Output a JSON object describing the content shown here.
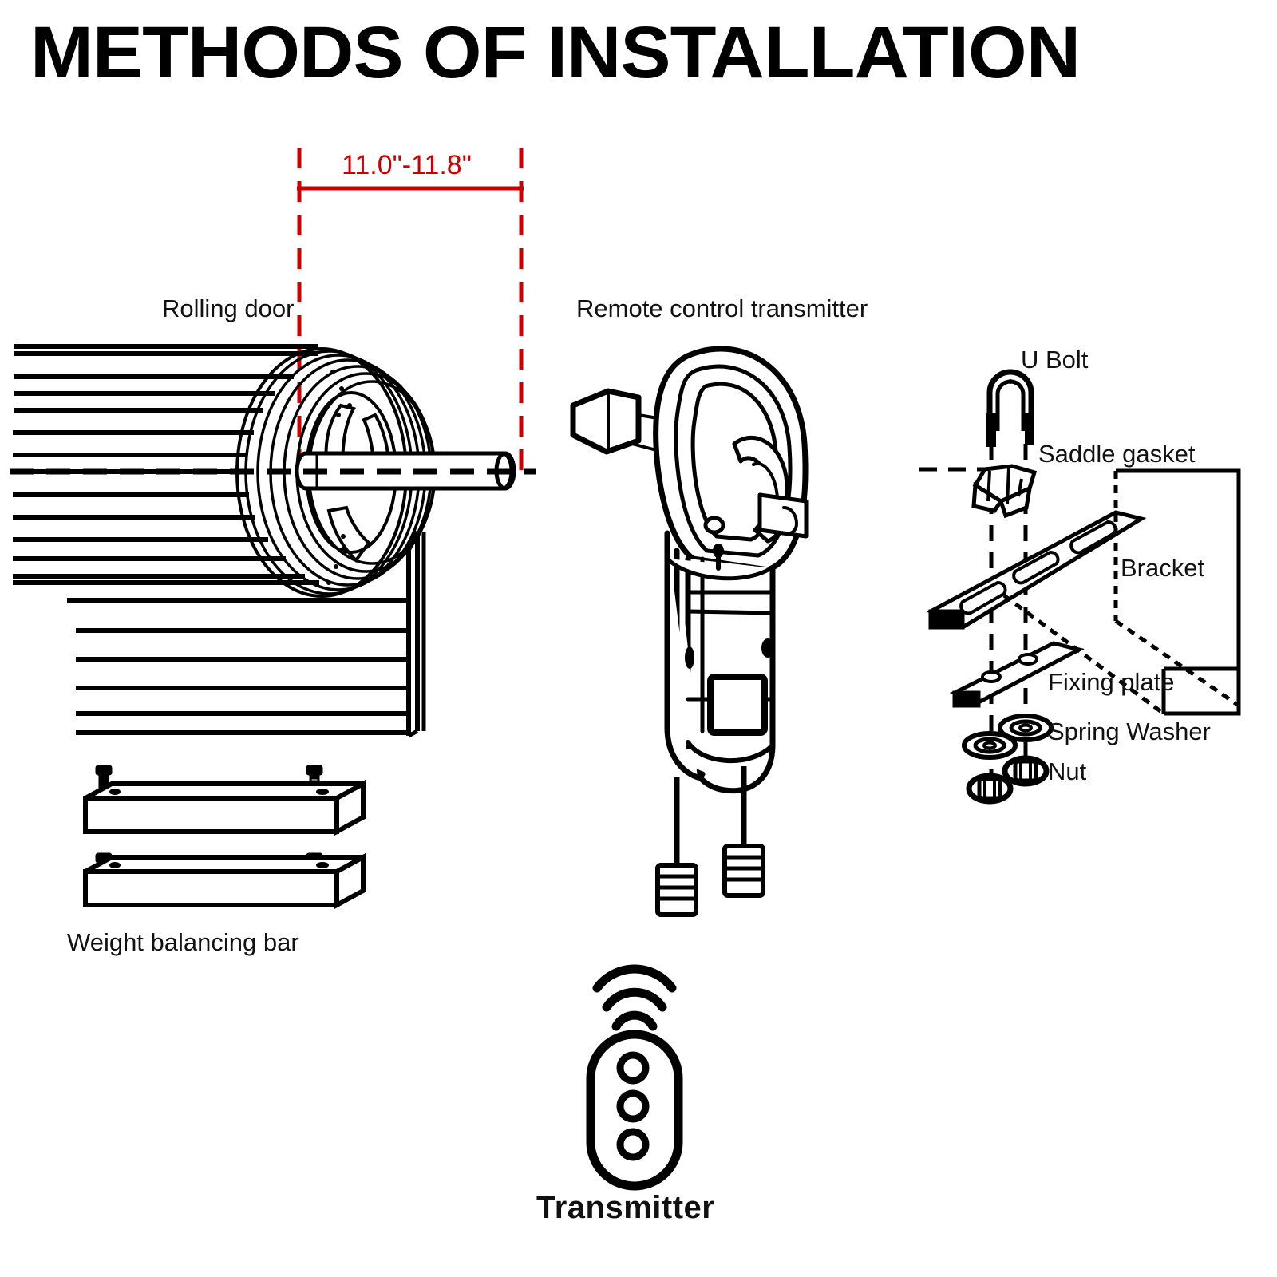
{
  "document": {
    "title": "METHODS OF INSTALLATION",
    "background_color": "#ffffff",
    "ink_color": "#000000",
    "accent_color": "#cc0000"
  },
  "dimension": {
    "label": "11.0\"-11.8\"",
    "color": "#cc0000",
    "applies_to": "rolling-door-drum-to-shaft-end"
  },
  "labels": {
    "rolling_door": "Rolling door",
    "remote_control_transmitter": "Remote control transmitter",
    "u_bolt": "U Bolt",
    "saddle_gasket": "Saddle gasket",
    "bracket": "Bracket",
    "fixing_plate": "Fixing plate",
    "spring_washer": "Spring Washer",
    "nut": "Nut",
    "weight_balancing_bar": "Weight balancing bar",
    "transmitter": "Transmitter"
  },
  "parts": [
    {
      "id": "rolling-door",
      "name": "Rolling door",
      "qty": 1
    },
    {
      "id": "remote-control-transmitter",
      "name": "Remote control transmitter",
      "qty": 1
    },
    {
      "id": "u-bolt",
      "name": "U Bolt",
      "qty": 1
    },
    {
      "id": "saddle-gasket",
      "name": "Saddle gasket",
      "qty": 1
    },
    {
      "id": "bracket",
      "name": "Bracket",
      "qty": 1
    },
    {
      "id": "fixing-plate",
      "name": "Fixing plate",
      "qty": 1
    },
    {
      "id": "spring-washer",
      "name": "Spring Washer",
      "qty": 2
    },
    {
      "id": "nut",
      "name": "Nut",
      "qty": 2
    },
    {
      "id": "weight-balancing-bar",
      "name": "Weight balancing bar",
      "qty": 2
    },
    {
      "id": "transmitter",
      "name": "Transmitter",
      "qty": 1
    }
  ],
  "transmitter_icon": {
    "button_count": 3,
    "signal_arc_count": 3
  }
}
